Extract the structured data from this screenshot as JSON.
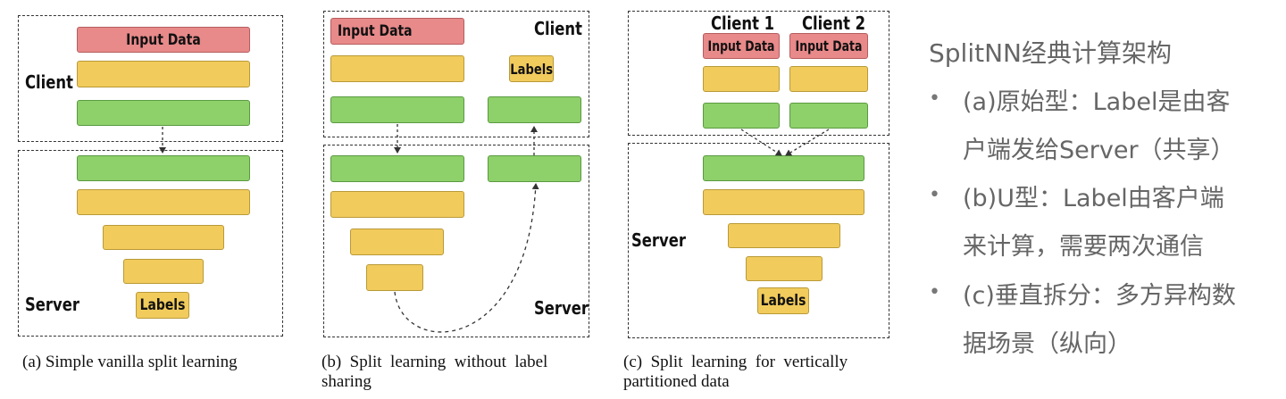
{
  "diagram_a": {
    "client": "Client",
    "server": "Server",
    "input": "Input Data",
    "labels": "Labels",
    "caption": "(a) Simple vanilla split learning"
  },
  "diagram_b": {
    "client": "Client",
    "server": "Server",
    "input": "Input Data",
    "labels": "Labels",
    "caption_line1": "(b)  Split  learning  without  label",
    "caption_line2": "sharing"
  },
  "diagram_c": {
    "client1": "Client 1",
    "client2": "Client 2",
    "input1": "Input Data",
    "input2": "Input Data",
    "server": "Server",
    "labels": "Labels",
    "caption_line1": "(c)  Split  learning  for  vertically",
    "caption_line2": "partitioned data"
  },
  "notes": {
    "title": "SplitNN经典计算架构",
    "bullet_symbol": "•",
    "items": [
      {
        "line1": "(a)原始型：Label是由客",
        "line2": "户端发给Server（共享）"
      },
      {
        "line1": "(b)U型：Label由客户端",
        "line2": "来计算，需要两次通信"
      },
      {
        "line1": "(c)垂直拆分：多方异构数",
        "line2": "据场景（纵向）"
      }
    ]
  },
  "colors": {
    "input": "#e8898a",
    "hidden": "#f1cb5c",
    "cut": "#8ed06a",
    "notes_text": "#666666"
  }
}
